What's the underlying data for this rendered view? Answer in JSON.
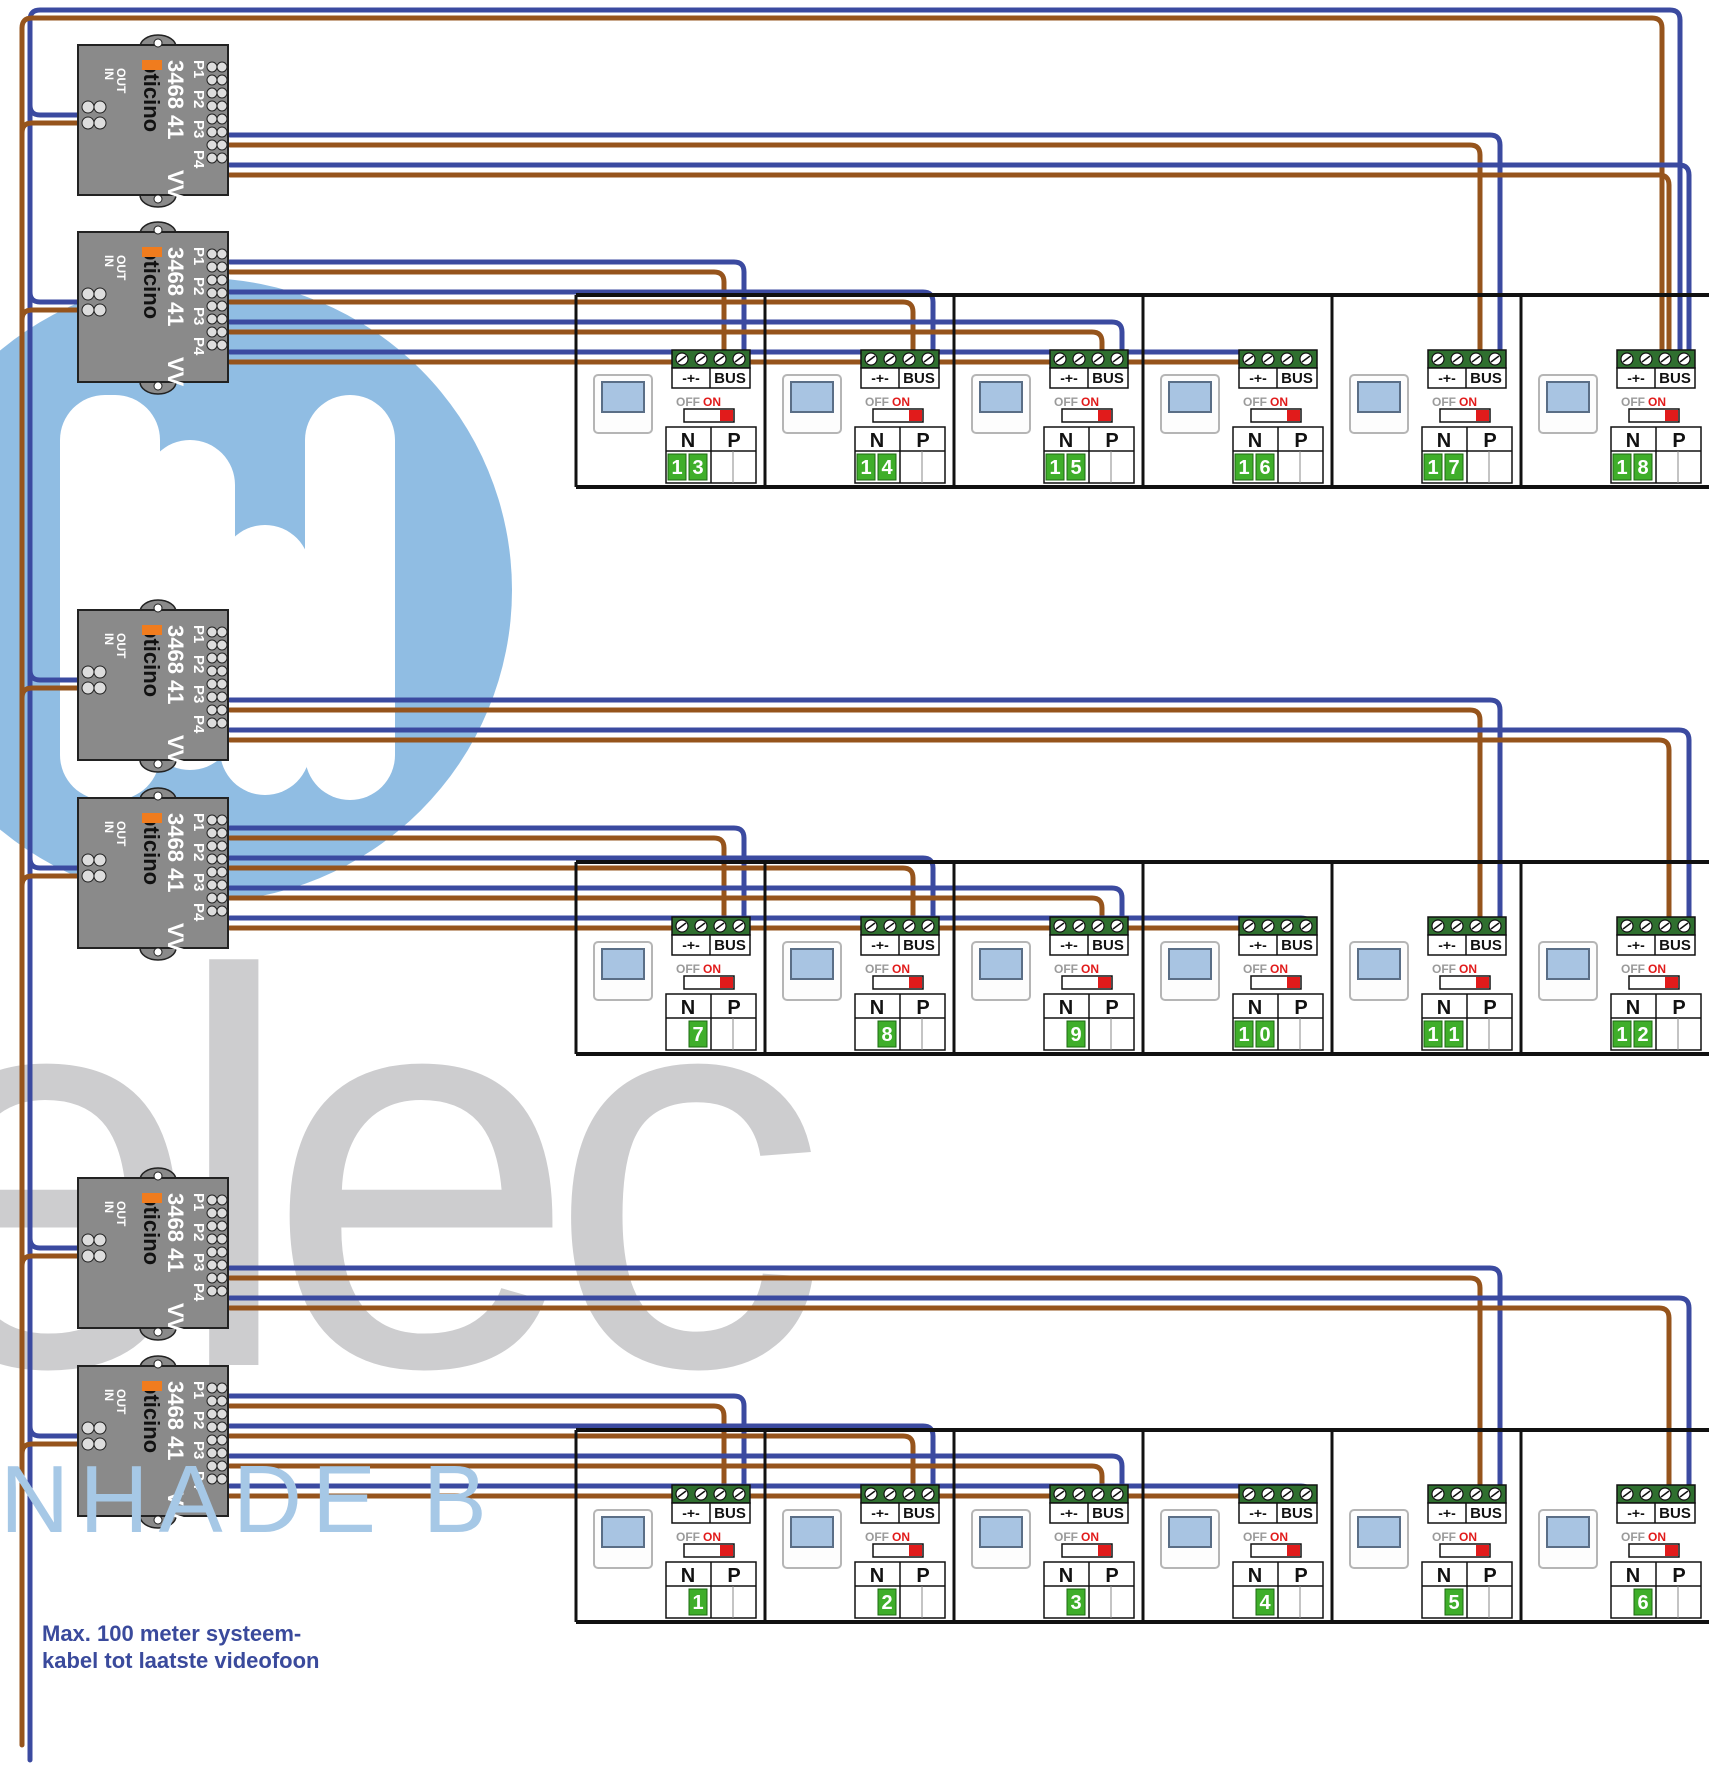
{
  "colors": {
    "bus_blue": "#3b4aa0",
    "bus_brown": "#96541c",
    "distributor_body": "#8a8a8a",
    "terminal_green": "#2f6f2f",
    "address_green": "#3fae2a",
    "switch_red": "#e11b1b",
    "watermark_blue": "#90bde3",
    "watermark_grey": "#cdcdcf"
  },
  "watermark": {
    "logo_text": "elec",
    "partial_text": "NHADE B"
  },
  "distributor": {
    "model": "3468 41",
    "brand": "bticino",
    "suffix": "VV",
    "ports": [
      "P1",
      "P2",
      "P3",
      "P4"
    ],
    "in_label": "IN",
    "out_label": "OUT"
  },
  "videophone": {
    "terminal_label": "BUS",
    "switch_off": "OFF",
    "switch_on": "ON",
    "n_label": "N",
    "p_label": "P"
  },
  "floors": [
    {
      "units": [
        "13",
        "14",
        "15",
        "16",
        "17",
        "18"
      ]
    },
    {
      "units": [
        "7",
        "8",
        "9",
        "10",
        "11",
        "12"
      ]
    },
    {
      "units": [
        "1",
        "2",
        "3",
        "4",
        "5",
        "6"
      ]
    }
  ],
  "note": {
    "line1": "Max. 100 meter systeem-",
    "line2": "kabel tot laatste videofoon"
  }
}
